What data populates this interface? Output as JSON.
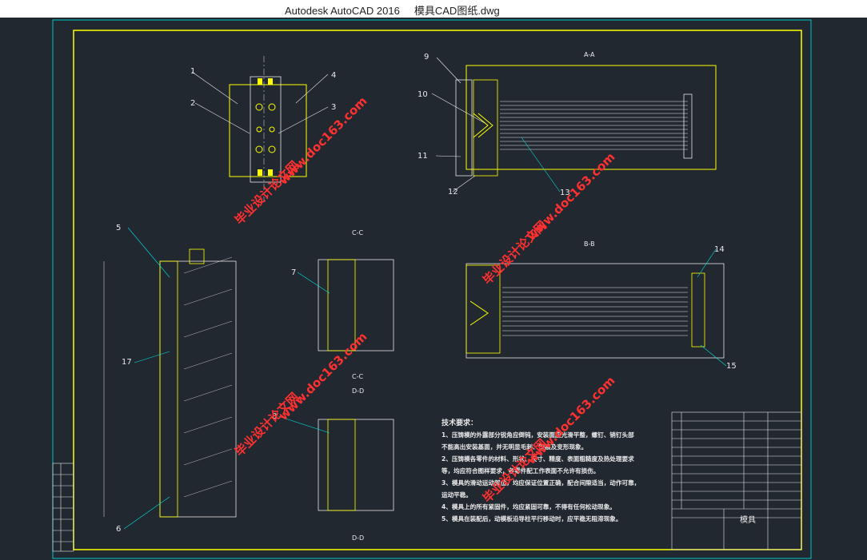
{
  "window": {
    "title": "Autodesk AutoCAD 2016     模具CAD图纸.dwg"
  },
  "drawing": {
    "colors": {
      "background": "#212830",
      "frame": "#ffff00",
      "outer": "#00c8c8",
      "line": "#e8e8e8",
      "accent": "#ffff00",
      "cyan": "#00e0e0",
      "watermark": "#ff3030"
    },
    "section_labels": {
      "aa": "A-A",
      "bb": "B-B",
      "cc": "C-C",
      "dd": "D-D",
      "cc2": "C-C",
      "dd2": "D-D"
    },
    "balloons": [
      "1",
      "2",
      "3",
      "4",
      "5",
      "6",
      "7",
      "8",
      "9",
      "10",
      "11",
      "12",
      "13",
      "14",
      "15",
      "17"
    ],
    "tech_req": {
      "heading": "技术要求：",
      "lines": [
        "1、压铸模的外露部分锐角应倒钝，安装面应光滑平整，螺钉、销钉头部",
        "不能高出安装基面，并无明显毛刺、凹痕及变形现象。",
        "2、压铸模各零件的材料、形状、尺寸、精度、表面粗糙度及热处理要求",
        "等，均应符合图样要求，各零件配工作表面不允许有损伤。",
        "3、模具的滑动运动部位，均应保证位置正确，配合间隙适当，动作可靠，",
        "运动平稳。",
        "4、模具上的所有紧固件，均应紧固可靠，不得有任何松动现象。",
        "5、模具在装配后，动模板沿导柱平行移动时，应平稳无阻滞现象。"
      ]
    },
    "title_block": {
      "name": "模具"
    },
    "watermarks": [
      "毕业设计论文网",
      "www.doc163.com"
    ]
  }
}
